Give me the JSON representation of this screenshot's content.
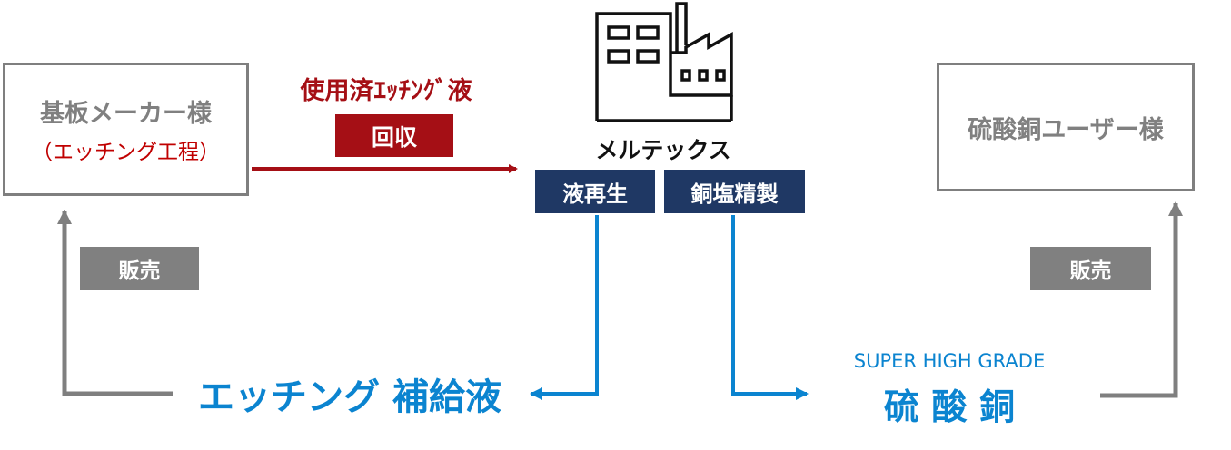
{
  "left_box": {
    "title": "基板メーカー様",
    "subtitle": "（エッチング工程）"
  },
  "right_box": {
    "title": "硫酸銅ユーザー様"
  },
  "used_liquid_label": "使用済ｴｯﾁﾝｸﾞ液",
  "collect_label": "回収",
  "company_name": "メルテックス",
  "process_regen_label": "液再生",
  "process_refine_label": "銅塩精製",
  "sales_left_label": "販売",
  "sales_right_label": "販売",
  "product_left_label": "エッチング 補給液",
  "product_right_grade": "SUPER HIGH GRADE",
  "product_right_label": "硫 酸 銅",
  "colors": {
    "dark_red": "#a50f15",
    "navy": "#1f3864",
    "blue": "#0b84d0",
    "gray": "#7f7f7f",
    "tag_gray": "#808080"
  },
  "icons": {
    "factory": "factory-icon"
  }
}
